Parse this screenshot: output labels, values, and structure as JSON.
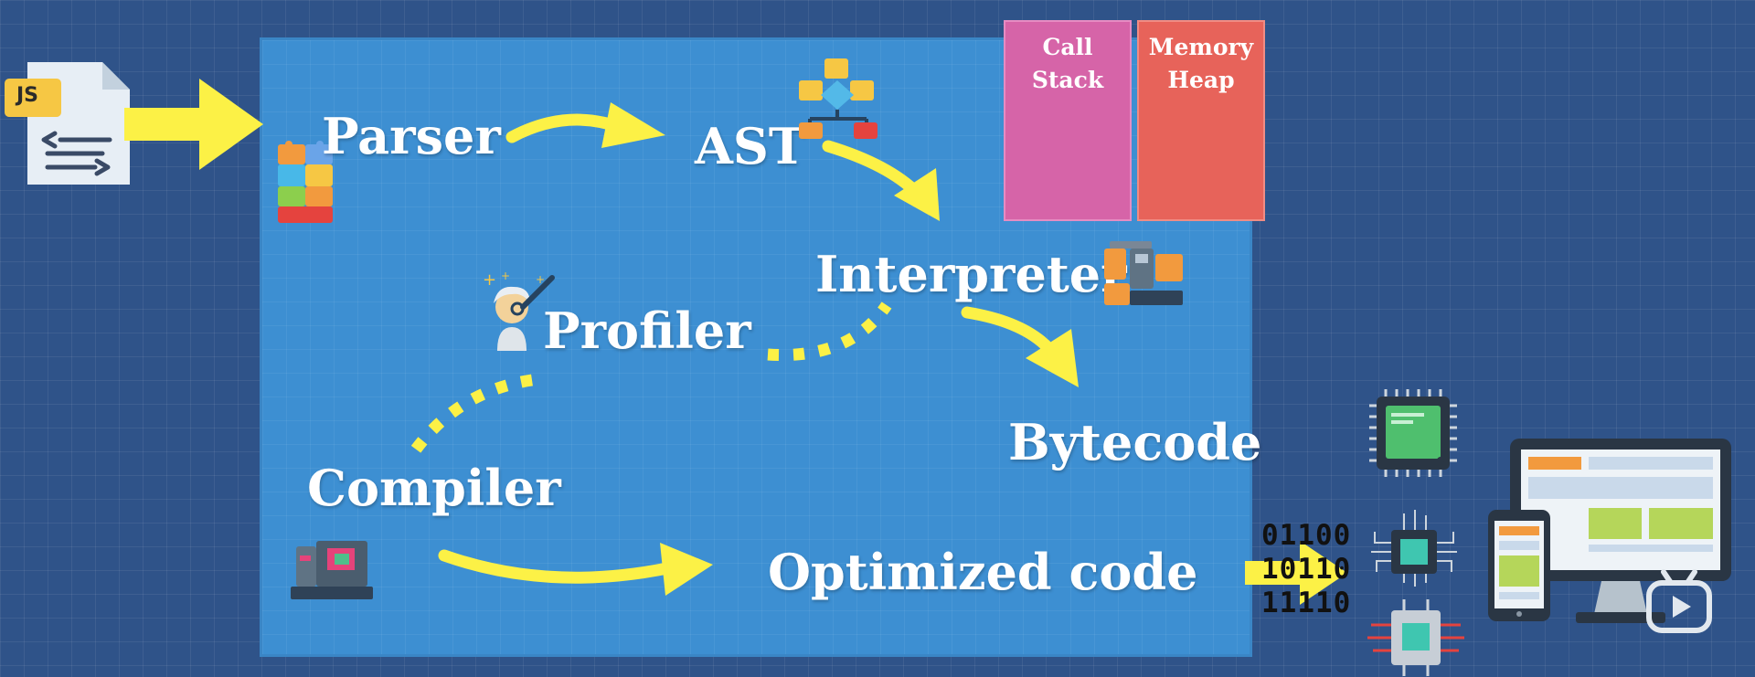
{
  "file_icon": {
    "badge": "JS"
  },
  "stages": {
    "parser": "Parser",
    "ast": "AST",
    "interpreter": "Interpreter",
    "profiler": "Profiler",
    "bytecode": "Bytecode",
    "compiler": "Compiler",
    "optimized": "Optimized code"
  },
  "memory": {
    "call_stack": "Call Stack",
    "memory_heap": "Memory Heap"
  },
  "binary": [
    "01100",
    "10110",
    "11110"
  ],
  "colors": {
    "arrow": "#fcf146",
    "board": "#3d8fd2",
    "background": "#2f5389",
    "call_stack": "#d664a8",
    "memory_heap": "#e7635a"
  },
  "icons": [
    "js-file-icon",
    "blocks-icon",
    "ast-tree-icon",
    "engine-machine-icon",
    "scientist-icon",
    "compiler-machine-icon",
    "cpu-chip-icon",
    "circuit-chip-icon",
    "desktop-monitor-icon",
    "phone-icon",
    "play-icon"
  ]
}
